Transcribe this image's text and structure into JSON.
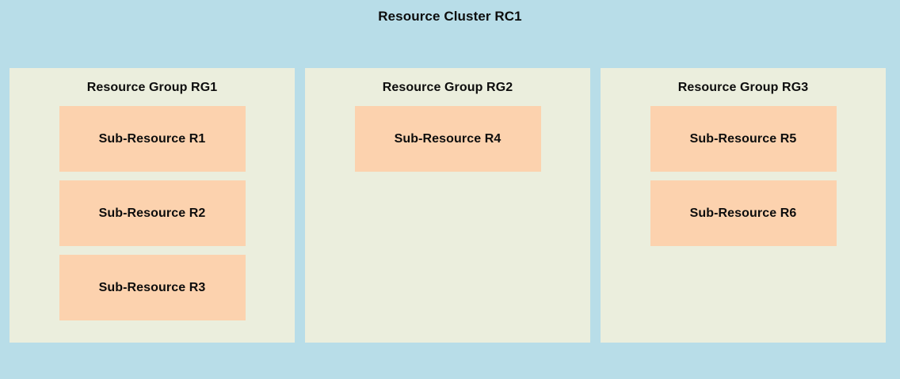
{
  "diagram": {
    "title": "Resource Cluster RC1",
    "colors": {
      "cluster_background": "#b8dde8",
      "group_background": "#ebeedd",
      "subresource_background": "#fcd2ae",
      "text": "#0d0d0d"
    },
    "groups": [
      {
        "title": "Resource Group RG1",
        "subresources": [
          {
            "label": "Sub-Resource R1"
          },
          {
            "label": "Sub-Resource R2"
          },
          {
            "label": "Sub-Resource R3"
          }
        ]
      },
      {
        "title": "Resource Group RG2",
        "subresources": [
          {
            "label": "Sub-Resource R4"
          }
        ]
      },
      {
        "title": "Resource Group RG3",
        "subresources": [
          {
            "label": "Sub-Resource R5"
          },
          {
            "label": "Sub-Resource R6"
          }
        ]
      }
    ]
  }
}
